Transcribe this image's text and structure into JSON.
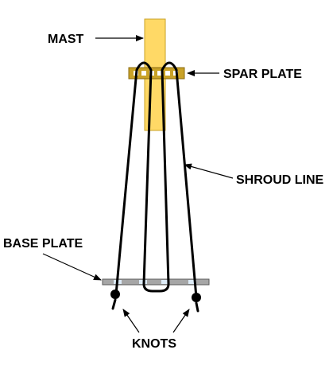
{
  "labels": {
    "mast": "MAST",
    "spar_plate": "SPAR PLATE",
    "shroud_line": "SHROUD LINE",
    "base_plate": "BASE PLATE",
    "knots": "KNOTS"
  },
  "colors": {
    "mast_fill": "#FFD966",
    "mast_stroke": "#C9A227",
    "spar_fill": "#C9A227",
    "spar_stroke": "#8B6B10",
    "spar_holes": "#FFFFFF",
    "base_fill": "#A6A6A6",
    "base_stroke": "#595959",
    "base_holes": "#DDEBF7",
    "line": "#000000",
    "knot": "#000000",
    "text": "#000000"
  }
}
